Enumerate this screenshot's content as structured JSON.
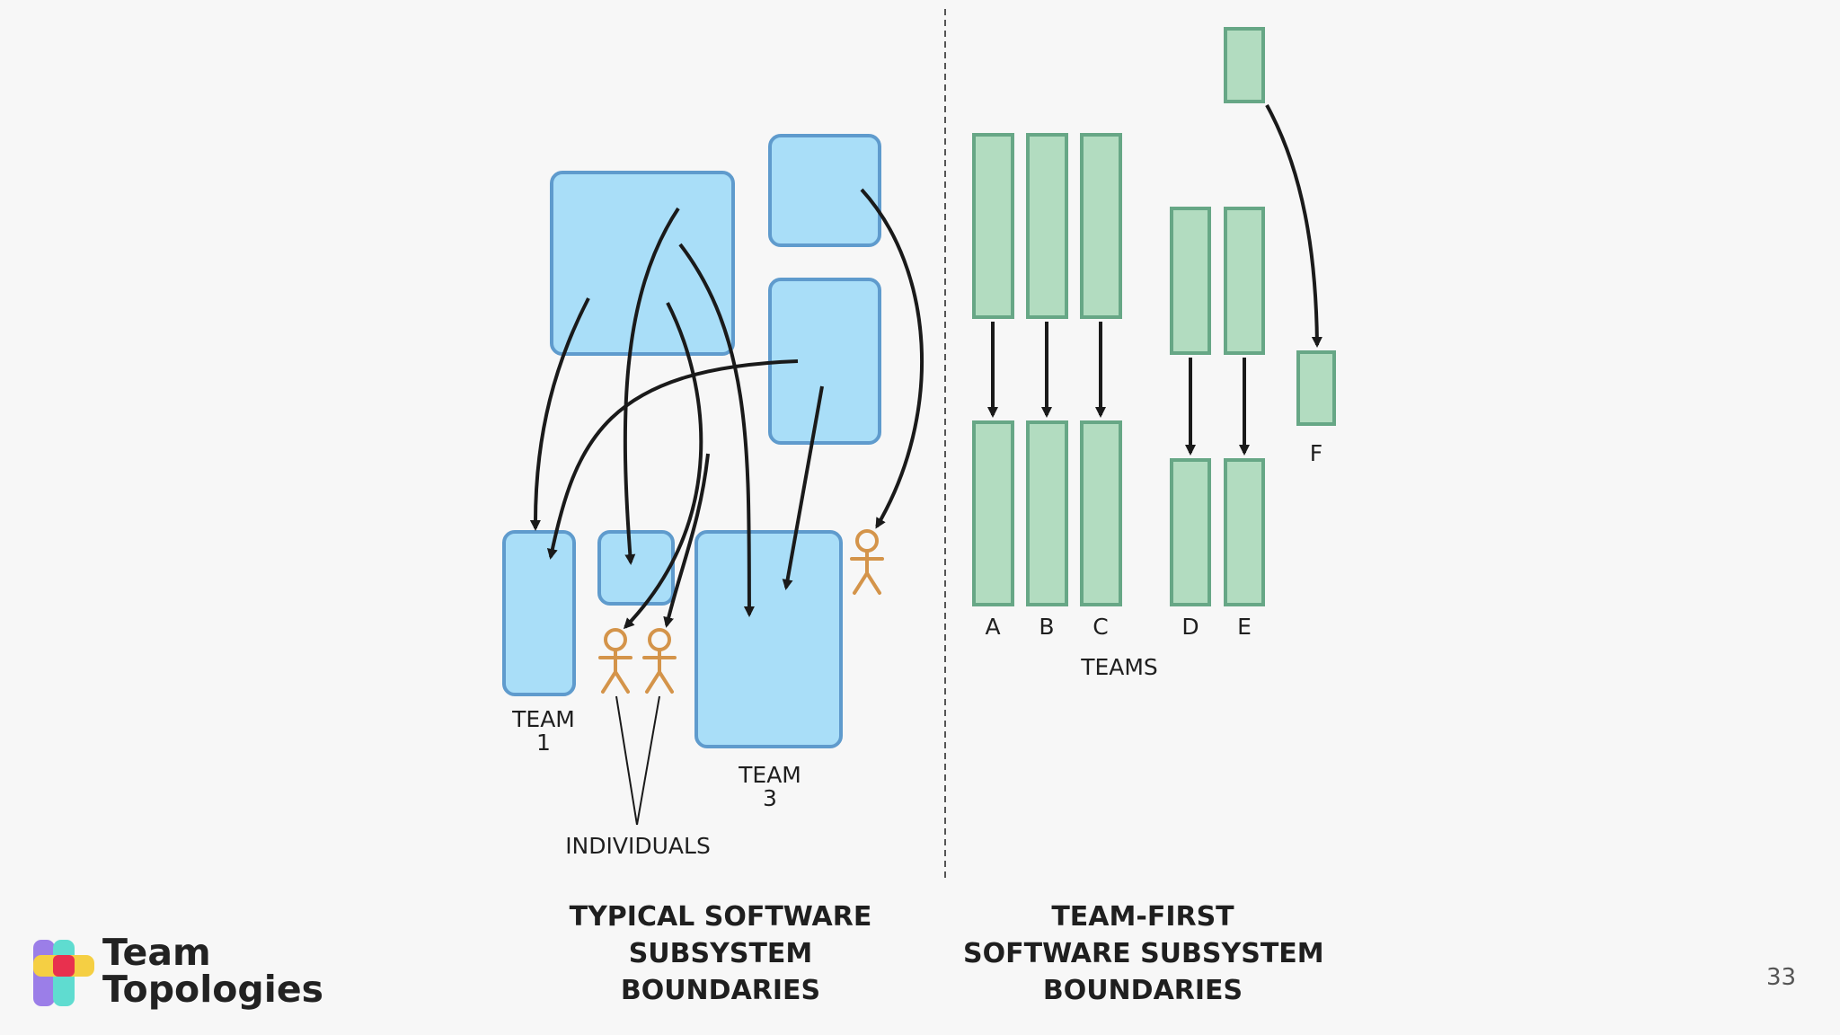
{
  "left_diagram": {
    "team1_label": [
      "TEAM",
      "1"
    ],
    "team3_label": [
      "TEAM",
      "3"
    ],
    "individuals_label": "INDIVIDUALS",
    "caption": [
      "TYPICAL SOFTWARE",
      "SUBSYSTEM",
      "BOUNDARIES"
    ]
  },
  "right_diagram": {
    "team_letters": [
      "A",
      "B",
      "C",
      "D",
      "E"
    ],
    "f_label": "F",
    "teams_label": "TEAMS",
    "caption": [
      "TEAM-FIRST",
      "SOFTWARE SUBSYSTEM",
      "BOUNDARIES"
    ]
  },
  "branding": {
    "logo_line1": "Team",
    "logo_line2": "Topologies"
  },
  "page_number": "33",
  "colors": {
    "blue_fill": "#a9def8",
    "blue_stroke": "#5f9bcd",
    "green_fill": "#b2dcc0",
    "green_stroke": "#67a786",
    "person": "#d4944a",
    "arrow": "#1a1a1a",
    "background": "#f7f7f7"
  }
}
